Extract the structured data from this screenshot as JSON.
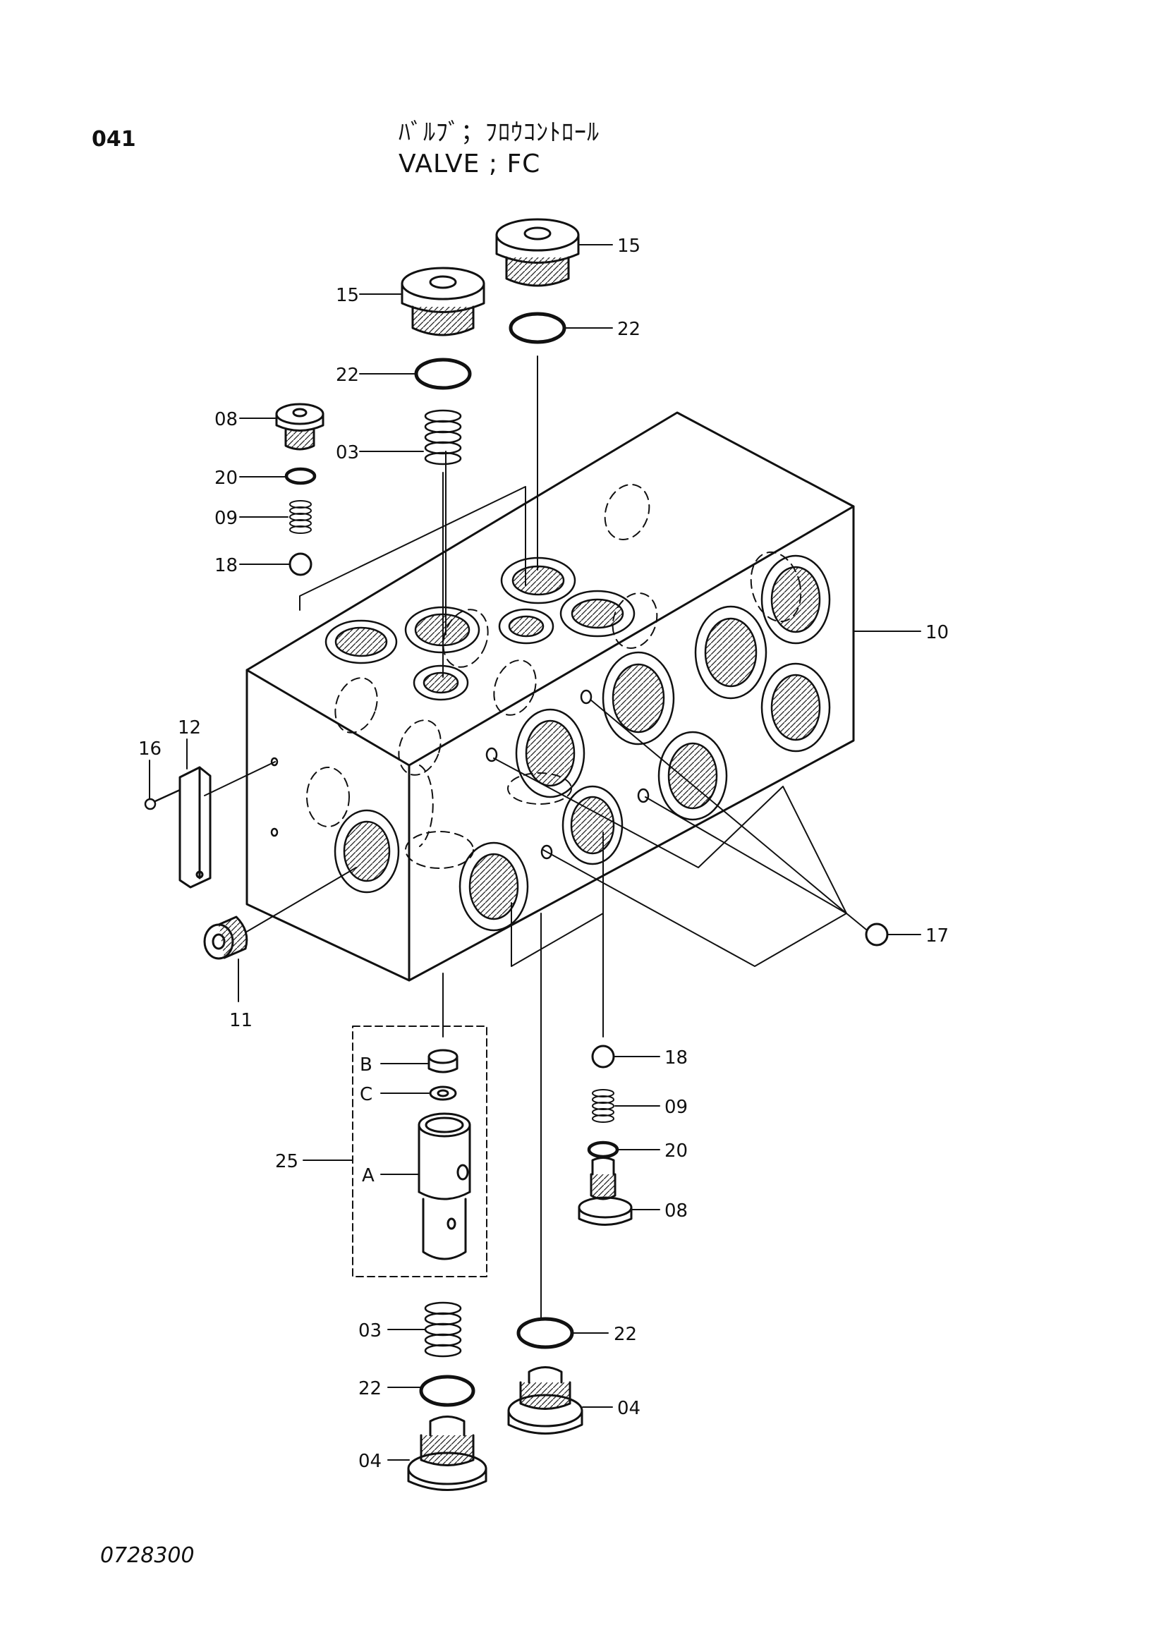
{
  "page_number": "041",
  "title_japanese": "ﾊﾞﾙﾌﾞ；ﾌﾛｳｺﾝﾄﾛｰﾙ",
  "title_english": "VALVE ; FC",
  "drawing_number": "0728300",
  "callouts": {
    "c15a": "15",
    "c15b": "15",
    "c22a": "22",
    "c22b": "22",
    "c22c": "22",
    "c22d": "22",
    "c08a": "08",
    "c08b": "08",
    "c03a": "03",
    "c03b": "03",
    "c20a": "20",
    "c20b": "20",
    "c09a": "09",
    "c09b": "09",
    "c18a": "18",
    "c18b": "18",
    "c10": "10",
    "c12": "12",
    "c16": "16",
    "c17": "17",
    "c11": "11",
    "c25": "25",
    "cB": "B",
    "cC": "C",
    "cA": "A",
    "c04a": "04",
    "c04b": "04"
  }
}
